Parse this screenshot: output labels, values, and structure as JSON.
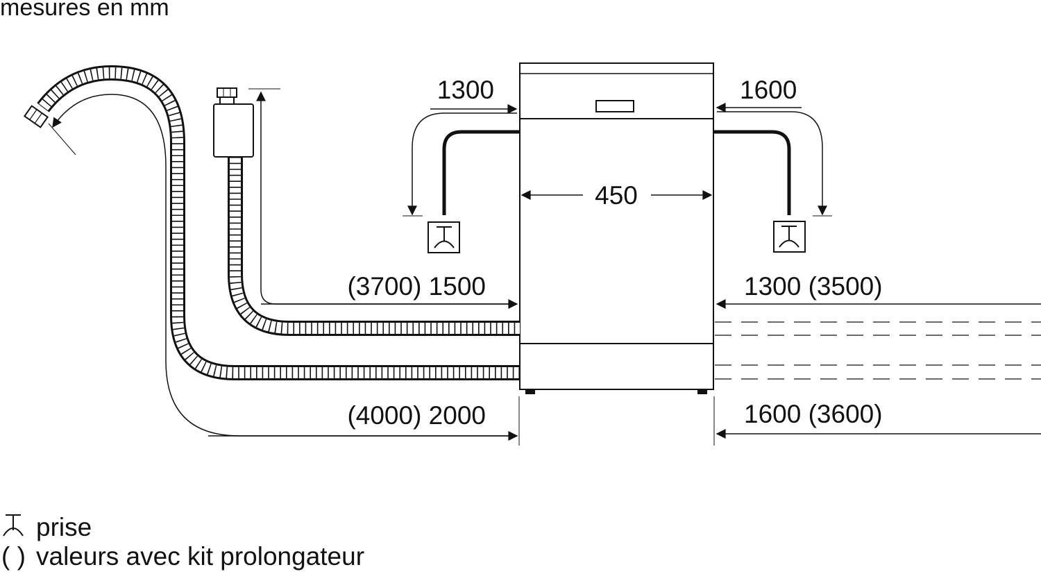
{
  "header": {
    "units_note": "mesures en mm"
  },
  "dimensions": {
    "power_cord_left": "1300",
    "power_cord_right": "1600",
    "appliance_width": "450",
    "inlet_hose_left": "(3700) 1500",
    "inlet_hose_right": "1300 (3500)",
    "drain_hose_left": "(4000) 2000",
    "drain_hose_right": "1600 (3600)"
  },
  "legend": {
    "socket_symbol": "⏊",
    "socket_label": "prise",
    "parentheses_symbol": "( )",
    "parentheses_label": "valeurs avec kit prolongateur"
  },
  "colors": {
    "line": "#111111",
    "background": "#ffffff"
  },
  "icons": [
    "socket-icon",
    "drain-hose-icon",
    "inlet-hose-icon",
    "aquastop-valve-icon",
    "dishwasher-icon"
  ]
}
